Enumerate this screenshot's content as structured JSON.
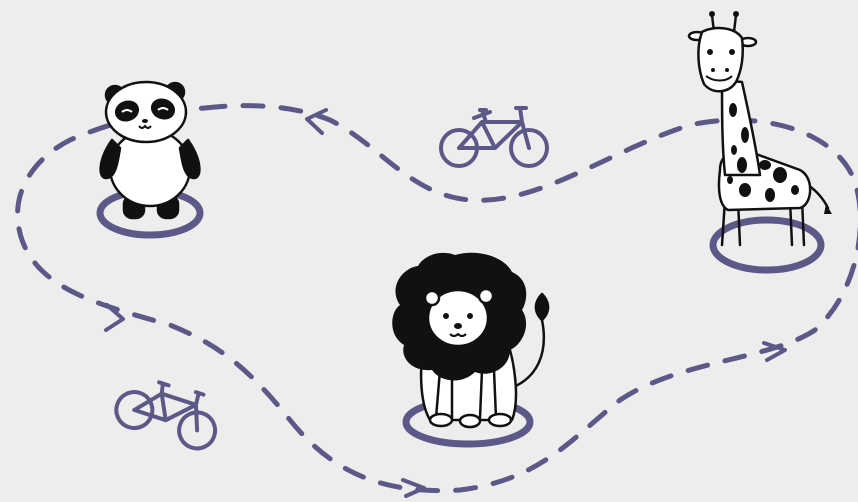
{
  "scene": {
    "colors": {
      "background": "#ededed",
      "route": "#5c5888",
      "ink": "#111111",
      "fill": "#ffffff"
    },
    "animals": [
      "panda",
      "lion",
      "giraffe"
    ],
    "icons": [
      "bicycle-icon",
      "arrow-icon"
    ]
  }
}
